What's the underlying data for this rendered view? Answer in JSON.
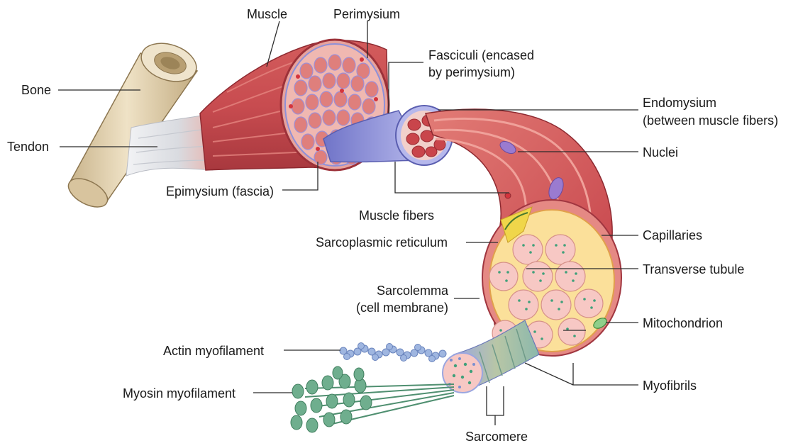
{
  "labels": {
    "muscle": "Muscle",
    "perimysium": "Perimysium",
    "fasciculi_line1": "Fasciculi (encased",
    "fasciculi_line2": "by perimysium)",
    "bone": "Bone",
    "endomysium_line1": "Endomysium",
    "endomysium_line2": "(between muscle fibers)",
    "tendon": "Tendon",
    "nuclei": "Nuclei",
    "epimysium": "Epimysium (fascia)",
    "muscle_fibers": "Muscle fibers",
    "capillaries": "Capillaries",
    "sarcoplasmic_reticulum": "Sarcoplasmic reticulum",
    "transverse_tubule": "Transverse tubule",
    "sarcolemma_line1": "Sarcolemma",
    "sarcolemma_line2": "(cell membrane)",
    "mitochondrion": "Mitochondrion",
    "actin": "Actin myofilament",
    "myosin": "Myosin myofilament",
    "myofibrils": "Myofibrils",
    "sarcomere": "Sarcomere"
  },
  "colors": {
    "leader_line": "#2b2b2b",
    "muscle_red": "#c8444a",
    "muscle_light": "#e98a86",
    "bone": "#e3d2b0",
    "tendon": "#e4e6ea",
    "epimysium_blue": "#8f93d8",
    "fiber_interior": "#fbe09a",
    "myofibril_pink": "#f7c8c4",
    "myosin_green": "#6fae8e",
    "actin_blue": "#9fb6e0"
  }
}
